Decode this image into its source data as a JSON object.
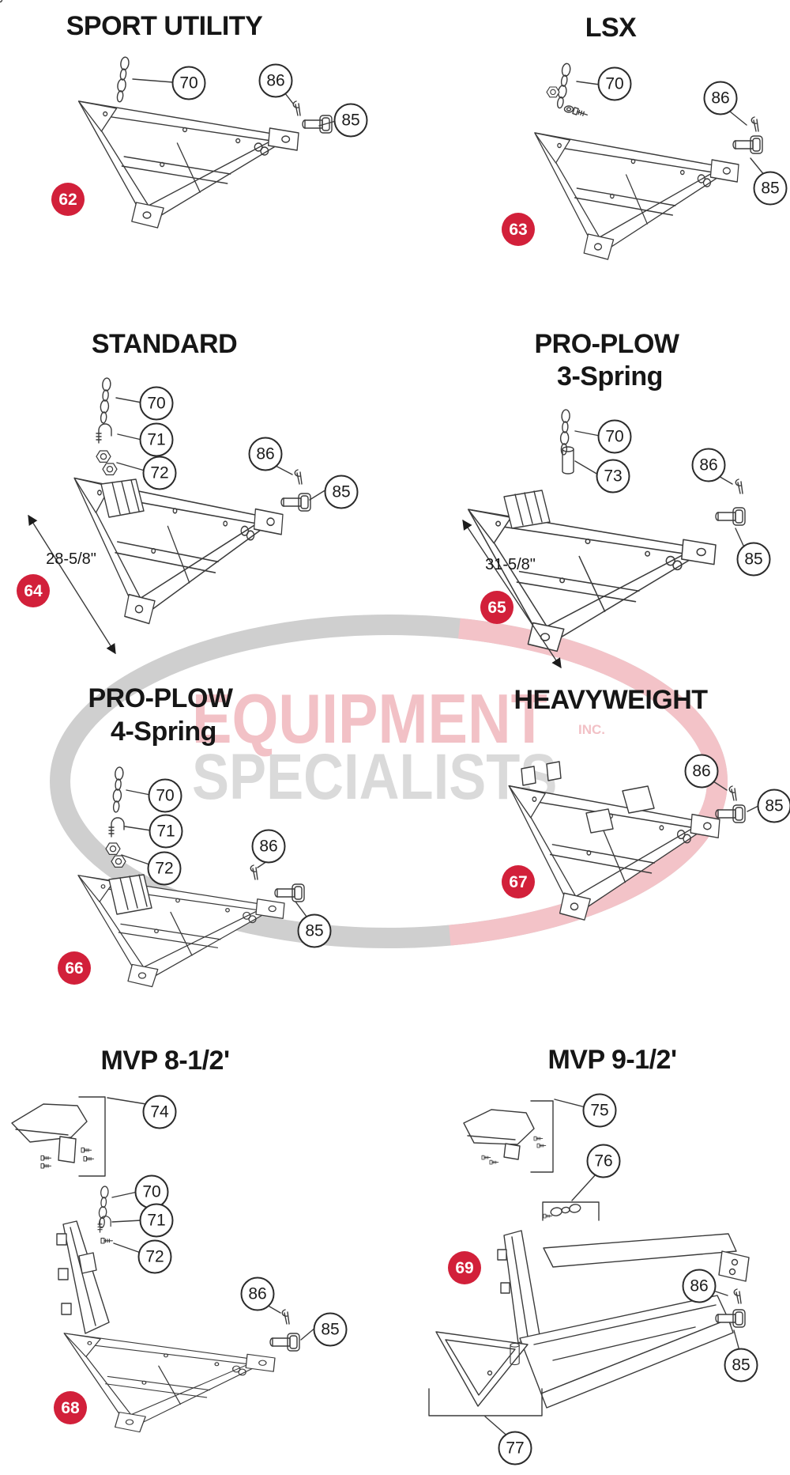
{
  "colors": {
    "badge_red": "#d2203a",
    "badge_text": "#ffffff",
    "callout_border": "#2b2b2b",
    "diagram_line": "#3b3b3b",
    "watermark_pink": "#f2c1c6",
    "watermark_gray": "#dadada",
    "ring_gray": "#cfcfcf",
    "ring_pink": "#f3c3c8"
  },
  "watermark": {
    "word1": "EQUIPMENT",
    "word2": "SPECIALISTS",
    "suffix": "INC."
  },
  "sections": {
    "sport_utility": {
      "title": "SPORT UTILITY",
      "badge": "62",
      "callouts": [
        "70",
        "86",
        "85"
      ]
    },
    "lsx": {
      "title": "LSX",
      "badge": "63",
      "callouts": [
        "70",
        "86",
        "85"
      ]
    },
    "standard": {
      "title": "STANDARD",
      "badge": "64",
      "dimension": "28-5/8\"",
      "callouts": [
        "70",
        "71",
        "72",
        "86",
        "85"
      ]
    },
    "pro_plow_3": {
      "title1": "PRO-PLOW",
      "title2": "3-Spring",
      "badge": "65",
      "dimension": "31-5/8\"",
      "callouts": [
        "70",
        "73",
        "86",
        "85"
      ]
    },
    "pro_plow_4": {
      "title1": "PRO-PLOW",
      "title2": "4-Spring",
      "badge": "66",
      "callouts": [
        "70",
        "71",
        "72",
        "86",
        "85"
      ]
    },
    "heavyweight": {
      "title": "HEAVYWEIGHT",
      "badge": "67",
      "callouts": [
        "86",
        "85"
      ]
    },
    "mvp_8_5": {
      "title": "MVP 8-1/2'",
      "badge": "68",
      "callouts": [
        "74",
        "70",
        "71",
        "72",
        "86",
        "85"
      ]
    },
    "mvp_9_5": {
      "title": "MVP 9-1/2'",
      "badge": "69",
      "callouts": [
        "75",
        "76",
        "86",
        "85",
        "77"
      ]
    }
  }
}
